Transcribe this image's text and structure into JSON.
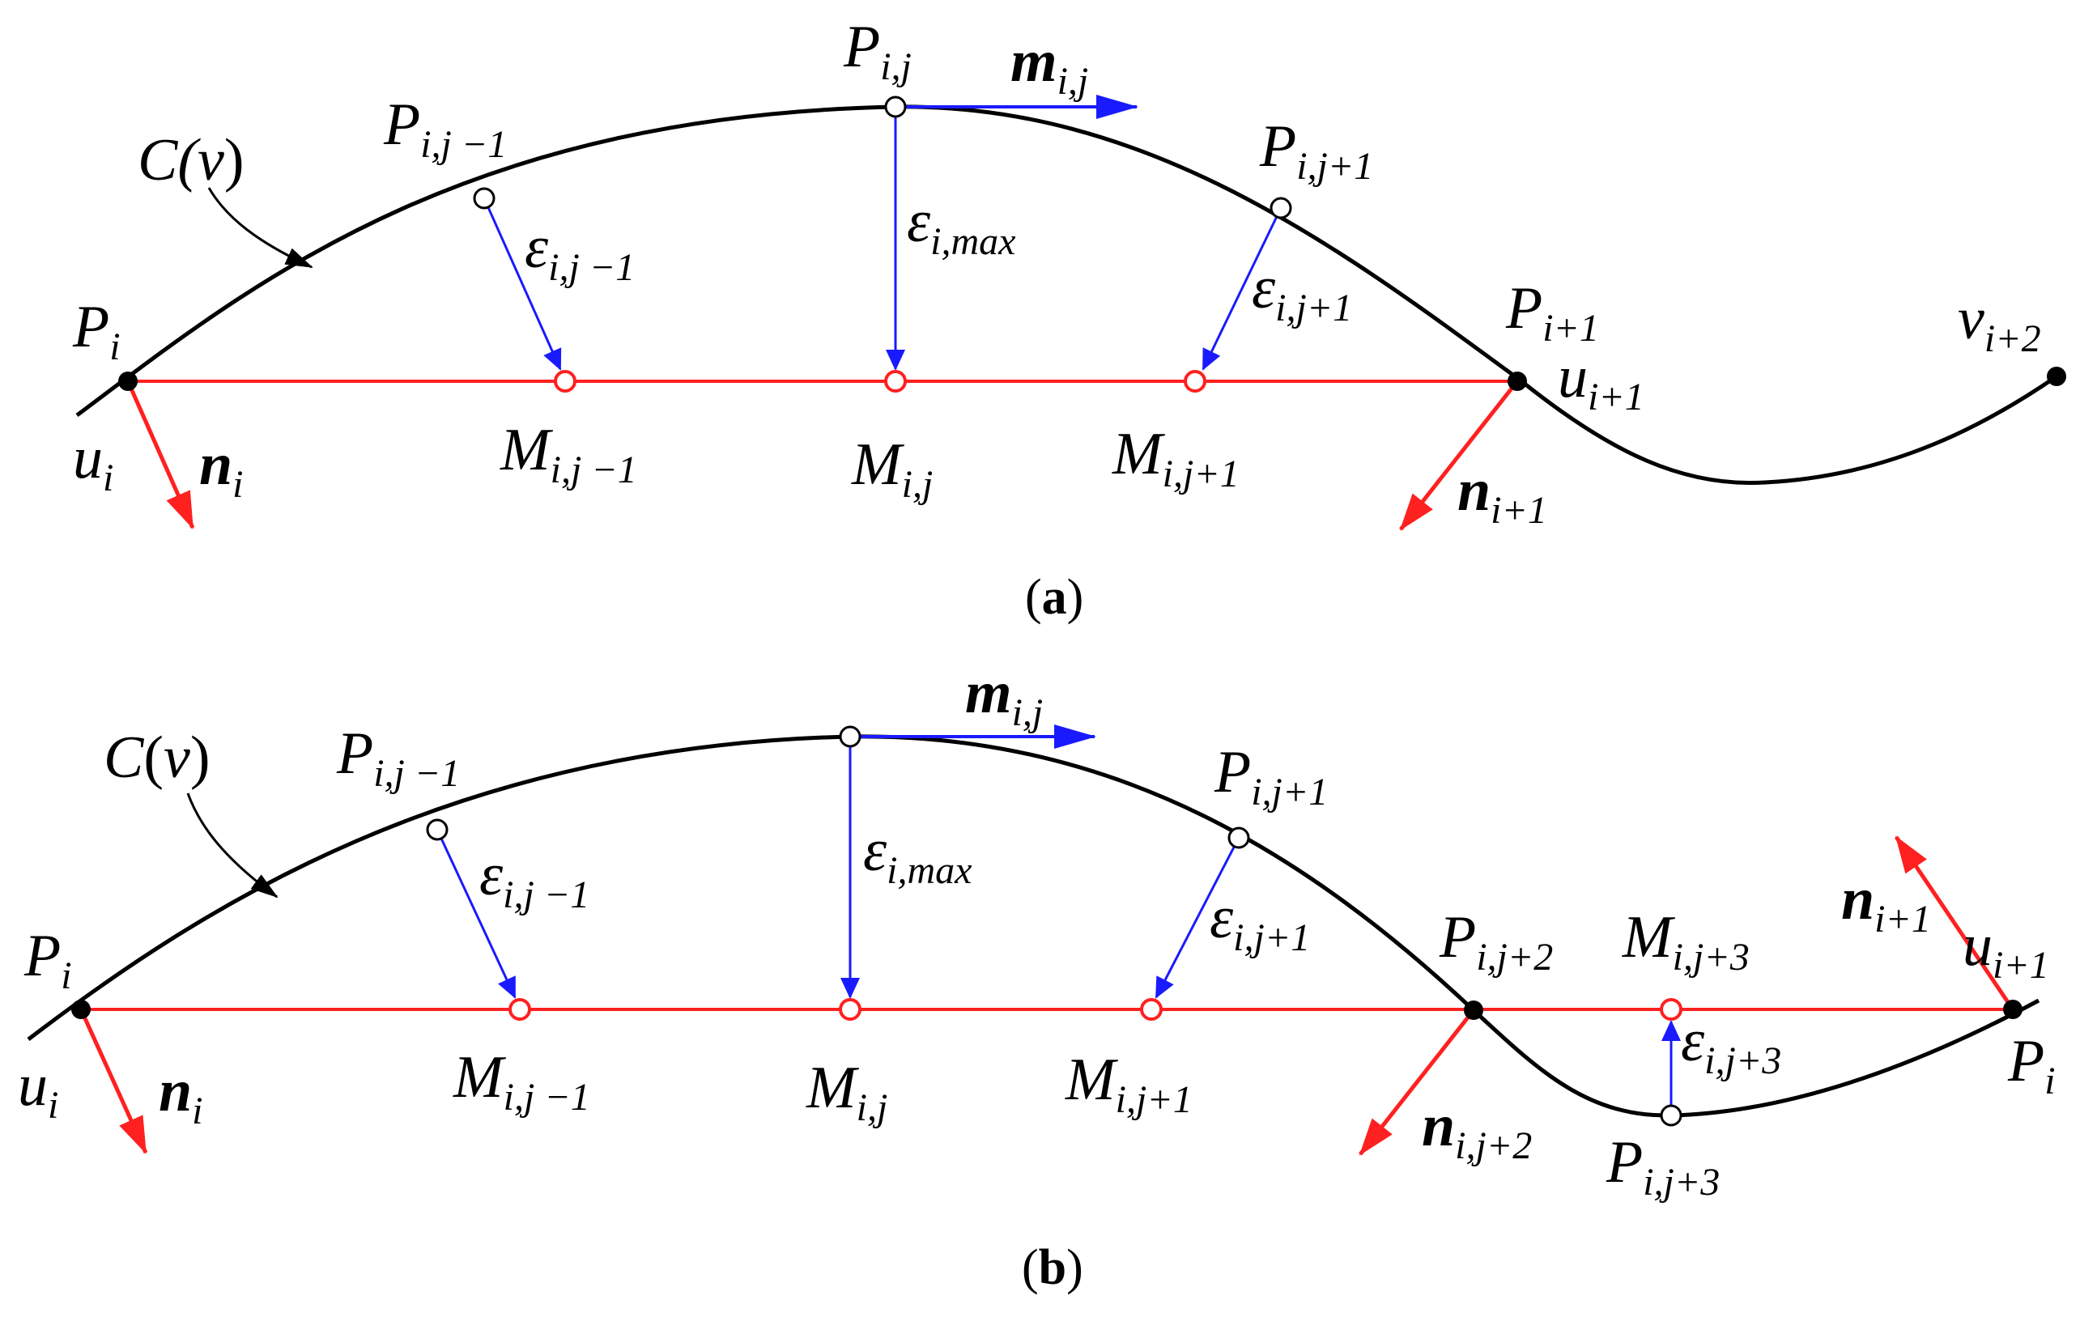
{
  "colors": {
    "curve": "#000000",
    "chord": "#ff2020",
    "error_vector": "#1a1aff",
    "normal_vector": "#ff2020"
  },
  "panel_a": {
    "label": "(a)",
    "curve_label": {
      "base": "C",
      "arg": "v"
    },
    "points": {
      "P_i": {
        "base": "P",
        "sub": "i"
      },
      "P_ij_minus": {
        "base": "P",
        "sub": "i,j −1"
      },
      "P_ij": {
        "base": "P",
        "sub": "i,j"
      },
      "P_ij_plus": {
        "base": "P",
        "sub": "i,j+1"
      },
      "P_i1": {
        "base": "P",
        "sub": "i+1"
      },
      "v_i2": {
        "base": "v",
        "sub": "i+2"
      },
      "u_i": {
        "base": "u",
        "sub": "i"
      },
      "u_i1": {
        "base": "u",
        "sub": "i+1"
      }
    },
    "midpoints": {
      "M_ij_minus": {
        "base": "M",
        "sub": "i,j −1"
      },
      "M_ij": {
        "base": "M",
        "sub": "i,j"
      },
      "M_ij_plus": {
        "base": "M",
        "sub": "i,j+1"
      }
    },
    "errors": {
      "e_minus": {
        "base": "ε",
        "sub": "i,j −1"
      },
      "e_max": {
        "base": "ε",
        "sub": "i,max"
      },
      "e_plus": {
        "base": "ε",
        "sub": "i,j+1"
      }
    },
    "vectors": {
      "m_ij": {
        "base": "m",
        "sub": "i,j"
      },
      "n_i": {
        "base": "n",
        "sub": "i"
      },
      "n_i1": {
        "base": "n",
        "sub": "i+1"
      }
    }
  },
  "panel_b": {
    "label": "(b)",
    "curve_label": {
      "base": "C",
      "arg": "v"
    },
    "points": {
      "P_i": {
        "base": "P",
        "sub": "i"
      },
      "P_ij_minus": {
        "base": "P",
        "sub": "i,j −1"
      },
      "P_ij_plus": {
        "base": "P",
        "sub": "i,j+1"
      },
      "P_ij2": {
        "base": "P",
        "sub": "i,j+2"
      },
      "P_ij3": {
        "base": "P",
        "sub": "i,j+3"
      },
      "P_end": {
        "base": "P",
        "sub": "i"
      },
      "u_i": {
        "base": "u",
        "sub": "i"
      },
      "u_i1": {
        "base": "u",
        "sub": "i+1"
      }
    },
    "midpoints": {
      "M_ij_minus": {
        "base": "M",
        "sub": "i,j −1"
      },
      "M_ij": {
        "base": "M",
        "sub": "i,j"
      },
      "M_ij_plus": {
        "base": "M",
        "sub": "i,j+1"
      },
      "M_ij3": {
        "base": "M",
        "sub": "i,j+3"
      }
    },
    "errors": {
      "e_minus": {
        "base": "ε",
        "sub": "i,j −1"
      },
      "e_max": {
        "base": "ε",
        "sub": "i,max"
      },
      "e_plus": {
        "base": "ε",
        "sub": "i,j+1"
      },
      "e_3": {
        "base": "ε",
        "sub": "i,j+3"
      }
    },
    "vectors": {
      "m_ij": {
        "base": "m",
        "sub": "i,j"
      },
      "n_i": {
        "base": "n",
        "sub": "i"
      },
      "n_i1": {
        "base": "n",
        "sub": "i+1"
      },
      "n_ij2": {
        "base": "n",
        "sub": "i,j+2"
      }
    }
  }
}
